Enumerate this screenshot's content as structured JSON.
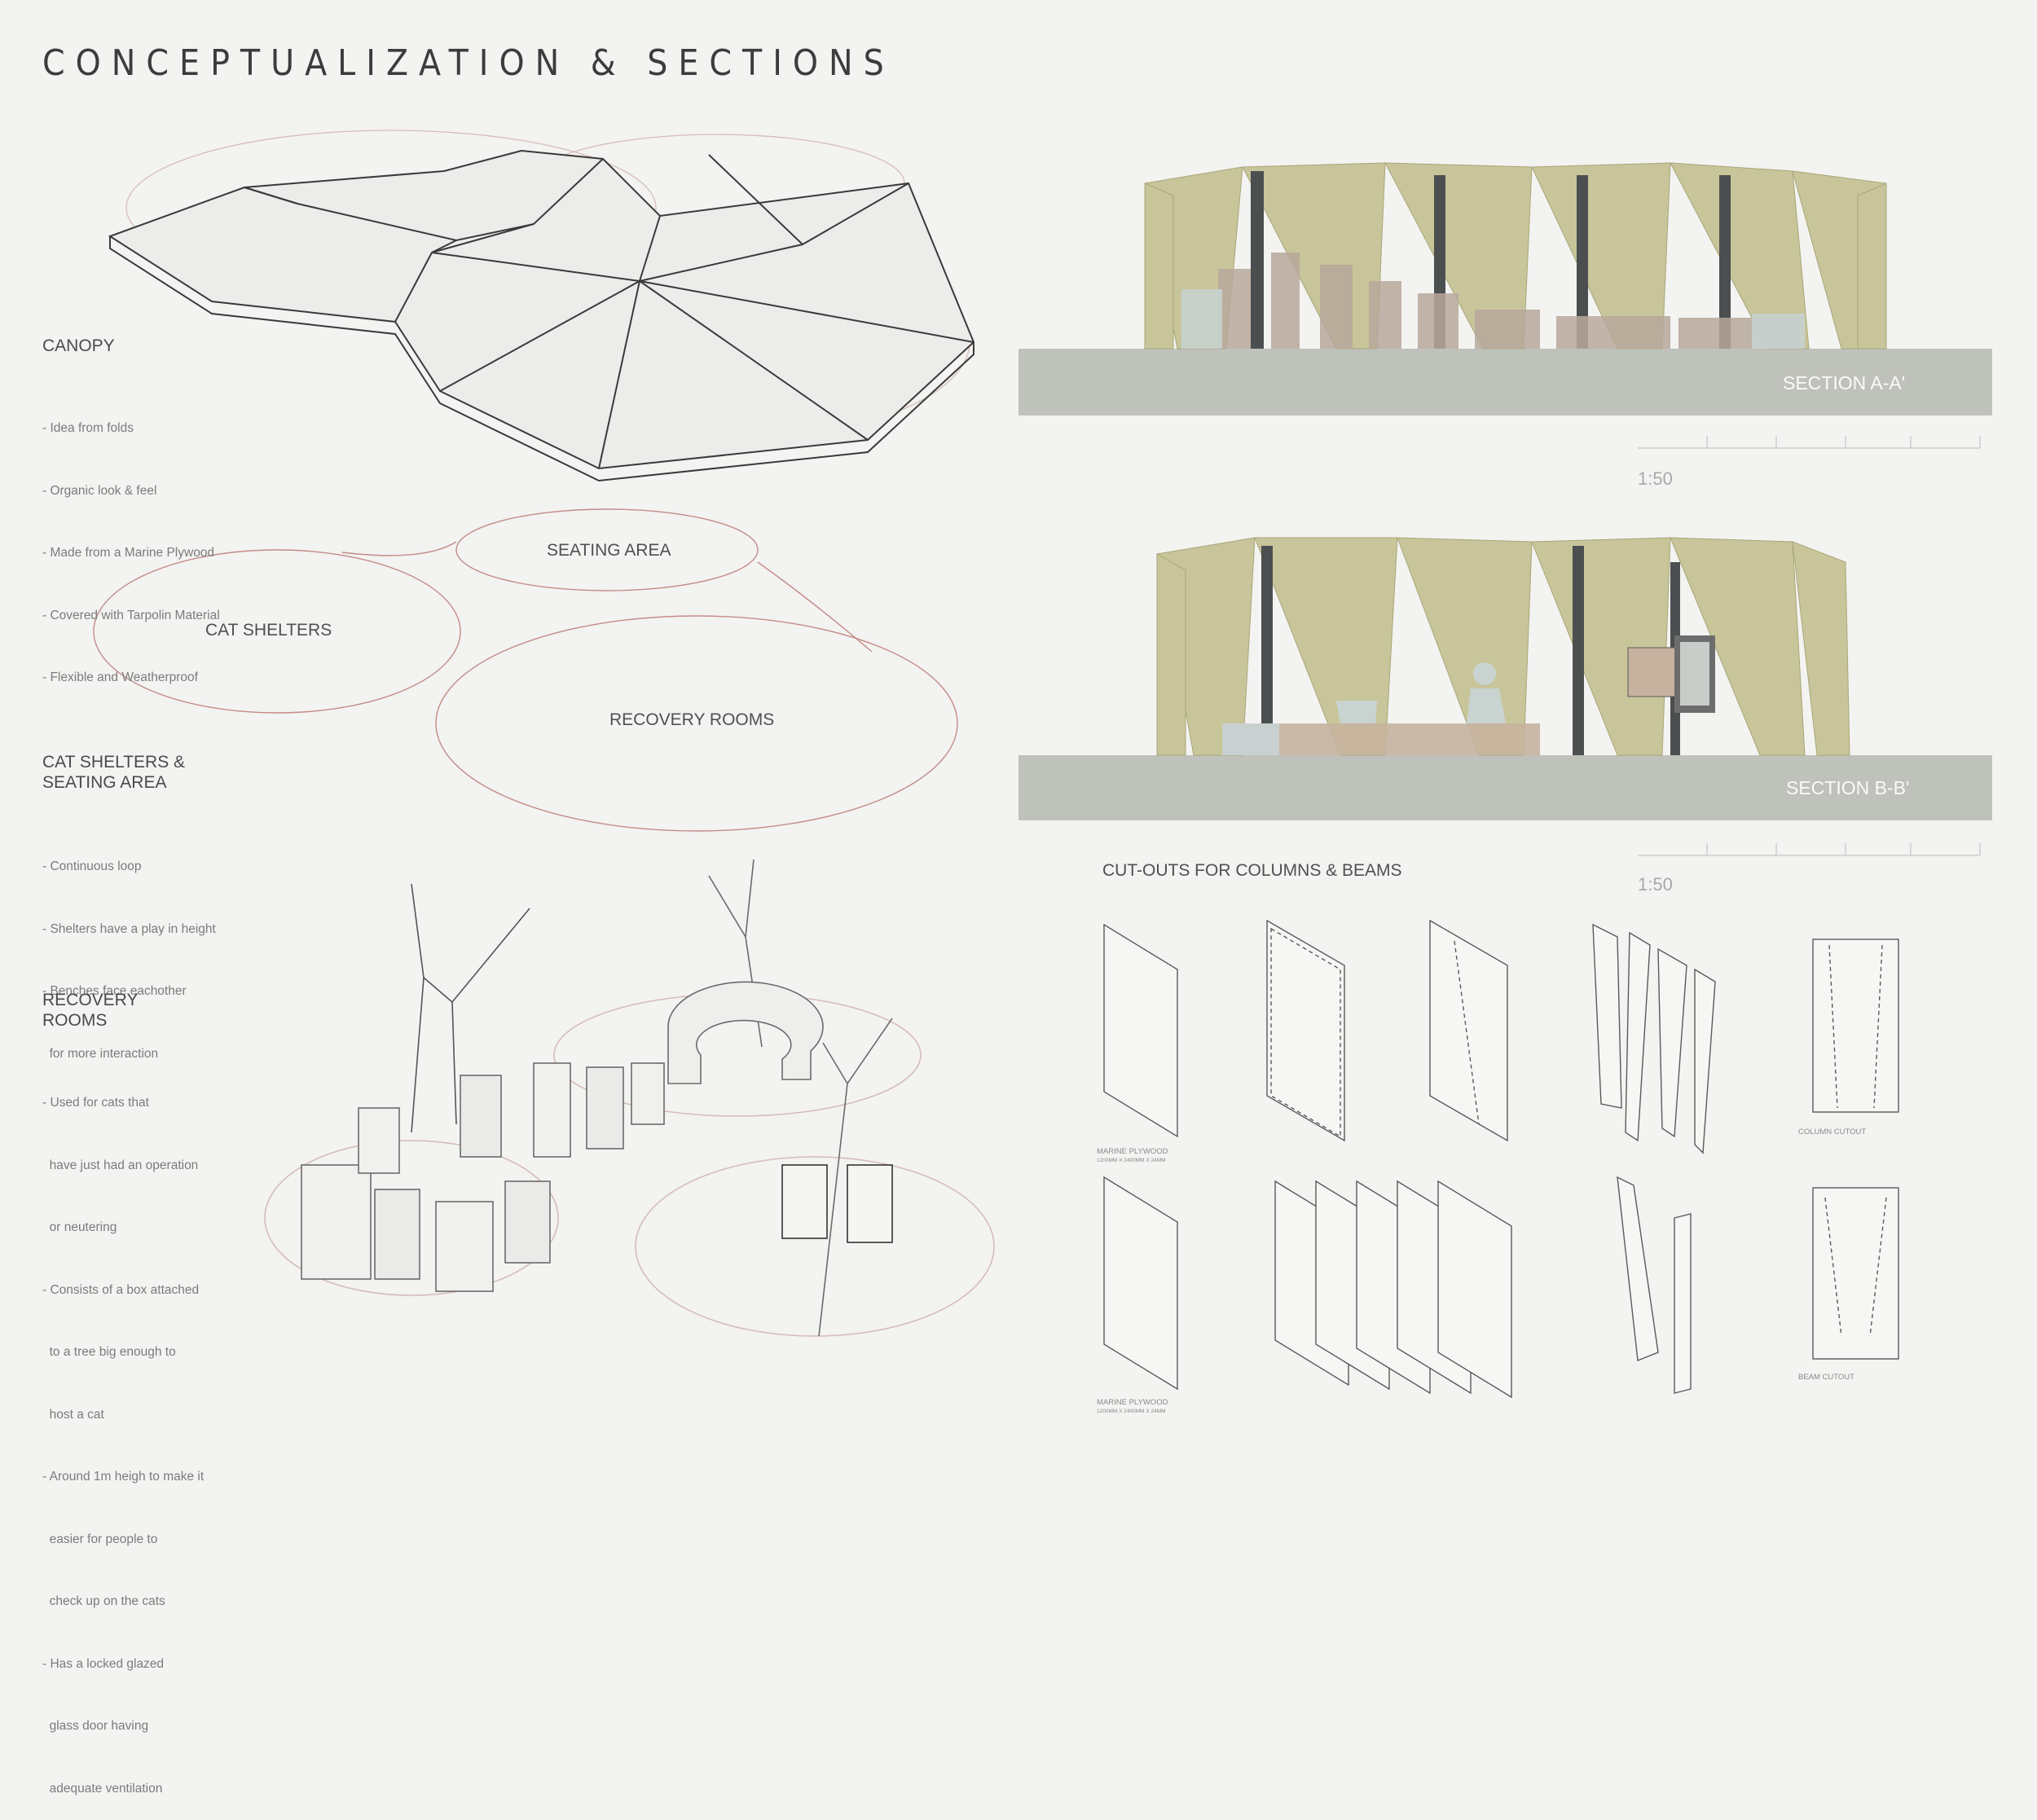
{
  "title": "CONCEPTUALIZATION & SECTIONS",
  "canopy": {
    "heading": "CANOPY",
    "bullets": [
      "- Idea from folds",
      "- Organic look & feel",
      "- Made from a Marine Plywood",
      "- Covered with Tarpolin Material",
      "- Flexible and Weatherproof"
    ]
  },
  "zones": {
    "seating": "SEATING AREA",
    "shelters": "CAT SHELTERS",
    "recovery": "RECOVERY ROOMS"
  },
  "shelters_section": {
    "heading_line1": "CAT SHELTERS &",
    "heading_line2": "SEATING AREA",
    "bullets": [
      "- Continuous loop",
      "- Shelters have a play in height",
      "- Benches face eachother",
      "  for more interaction"
    ]
  },
  "recovery_section": {
    "heading_line1": "RECOVERY",
    "heading_line2": "ROOMS",
    "bullets": [
      "- Used for cats that",
      "  have just had an operation",
      "  or neutering",
      "- Consists of a box attached",
      "  to a tree big enough to",
      "  host a cat",
      "- Around 1m heigh to make it",
      "  easier for people to",
      "  check up on the cats",
      "- Has a locked glazed",
      "  glass door having",
      "  adequate ventilation"
    ]
  },
  "section_a": {
    "label": "SECTION A-A'",
    "scale": "1:50"
  },
  "section_b": {
    "label": "SECTION B-B'",
    "scale": "1:50"
  },
  "cutouts": {
    "heading": "CUT-OUTS FOR COLUMNS & BEAMS",
    "plywood_label_1": "MARINE PLYWOOD",
    "plywood_dims_1": "1200MM X 2400MM X 24MM",
    "plywood_label_2": "MARINE PLYWOOD",
    "plywood_dims_2": "1200MM X 2400MM X 24MM",
    "column_cutout": "COLUMN CUTOUT",
    "beam_cutout": "BEAM CUTOUT"
  },
  "colors": {
    "background": "#f3f3f1",
    "wood": "#c8c59a",
    "wood_dark": "#a9a67a",
    "ground": "#bfc1bb",
    "outline": "#c9a09c",
    "steel": "#4c4f4f"
  }
}
